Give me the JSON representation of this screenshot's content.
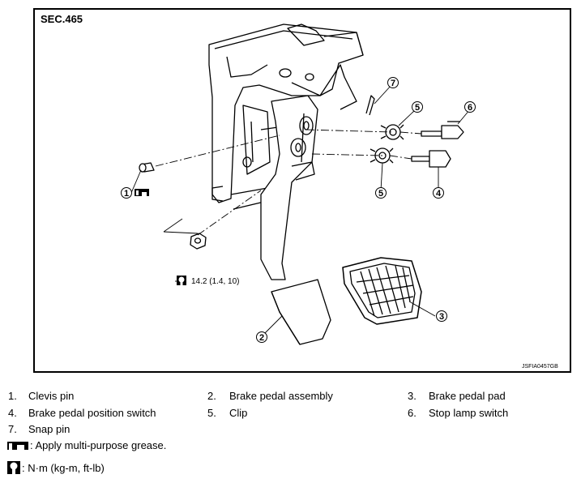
{
  "section": "SEC.465",
  "figure_code": "JSFIA0457GB",
  "callouts": [
    "1",
    "2",
    "3",
    "4",
    "5",
    "5",
    "6",
    "7"
  ],
  "torque_spec": "14.2 (1.4, 10)",
  "legend": [
    {
      "num": "1.",
      "label": "Clevis pin"
    },
    {
      "num": "2.",
      "label": "Brake pedal assembly"
    },
    {
      "num": "3.",
      "label": "Brake pedal pad"
    },
    {
      "num": "4.",
      "label": "Brake pedal position switch"
    },
    {
      "num": "5.",
      "label": "Clip"
    },
    {
      "num": "6.",
      "label": "Stop lamp switch"
    },
    {
      "num": "7.",
      "label": "Snap pin"
    }
  ],
  "notes": {
    "grease": ": Apply multi-purpose grease.",
    "torque_units": ": N·m (kg-m, ft-lb)"
  },
  "icons": {
    "grease": "grease-gun-icon",
    "torque": "torque-wrench-icon"
  }
}
